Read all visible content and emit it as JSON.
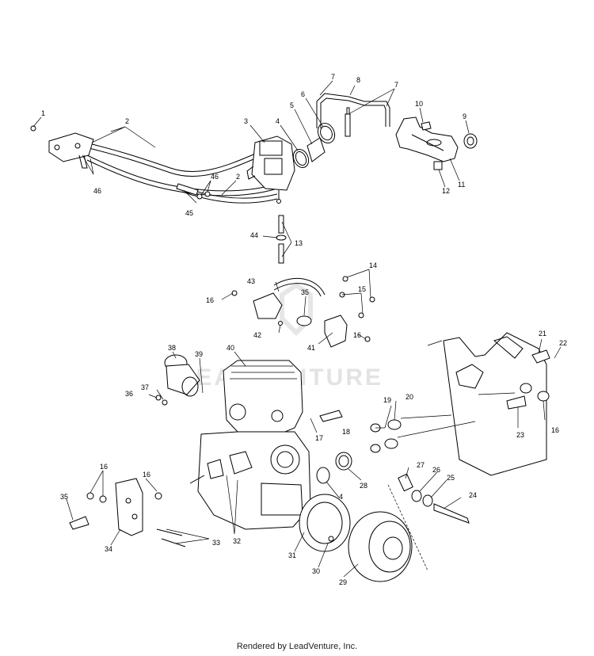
{
  "watermark": {
    "text": "LEADVENTURE"
  },
  "footer": {
    "text": "Rendered by LeadVenture, Inc."
  },
  "callouts": [
    {
      "key": "c1",
      "label": "1"
    },
    {
      "key": "c2a",
      "label": "2"
    },
    {
      "key": "c2b",
      "label": "2"
    },
    {
      "key": "c3",
      "label": "3"
    },
    {
      "key": "c4a",
      "label": "4"
    },
    {
      "key": "c4b",
      "label": "4"
    },
    {
      "key": "c5",
      "label": "5"
    },
    {
      "key": "c6",
      "label": "6"
    },
    {
      "key": "c7a",
      "label": "7"
    },
    {
      "key": "c7b",
      "label": "7"
    },
    {
      "key": "c8",
      "label": "8"
    },
    {
      "key": "c9",
      "label": "9"
    },
    {
      "key": "c10",
      "label": "10"
    },
    {
      "key": "c11",
      "label": "11"
    },
    {
      "key": "c12",
      "label": "12"
    },
    {
      "key": "c13",
      "label": "13"
    },
    {
      "key": "c14",
      "label": "14"
    },
    {
      "key": "c15",
      "label": "15"
    },
    {
      "key": "c16a",
      "label": "16"
    },
    {
      "key": "c16b",
      "label": "16"
    },
    {
      "key": "c16c",
      "label": "16"
    },
    {
      "key": "c16d",
      "label": "16"
    },
    {
      "key": "c16e",
      "label": "16"
    },
    {
      "key": "c17",
      "label": "17"
    },
    {
      "key": "c18",
      "label": "18"
    },
    {
      "key": "c19",
      "label": "19"
    },
    {
      "key": "c20",
      "label": "20"
    },
    {
      "key": "c21",
      "label": "21"
    },
    {
      "key": "c22",
      "label": "22"
    },
    {
      "key": "c23",
      "label": "23"
    },
    {
      "key": "c24",
      "label": "24"
    },
    {
      "key": "c25",
      "label": "25"
    },
    {
      "key": "c26",
      "label": "26"
    },
    {
      "key": "c27",
      "label": "27"
    },
    {
      "key": "c28",
      "label": "28"
    },
    {
      "key": "c29",
      "label": "29"
    },
    {
      "key": "c30",
      "label": "30"
    },
    {
      "key": "c31",
      "label": "31"
    },
    {
      "key": "c32",
      "label": "32"
    },
    {
      "key": "c33",
      "label": "33"
    },
    {
      "key": "c34",
      "label": "34"
    },
    {
      "key": "c35a",
      "label": "35"
    },
    {
      "key": "c35b",
      "label": "35"
    },
    {
      "key": "c36",
      "label": "36"
    },
    {
      "key": "c37",
      "label": "37"
    },
    {
      "key": "c38",
      "label": "38"
    },
    {
      "key": "c39",
      "label": "39"
    },
    {
      "key": "c40",
      "label": "40"
    },
    {
      "key": "c41",
      "label": "41"
    },
    {
      "key": "c42",
      "label": "42"
    },
    {
      "key": "c43",
      "label": "43"
    },
    {
      "key": "c44",
      "label": "44"
    },
    {
      "key": "c45",
      "label": "45"
    },
    {
      "key": "c46a",
      "label": "46"
    },
    {
      "key": "c46b",
      "label": "46"
    }
  ]
}
